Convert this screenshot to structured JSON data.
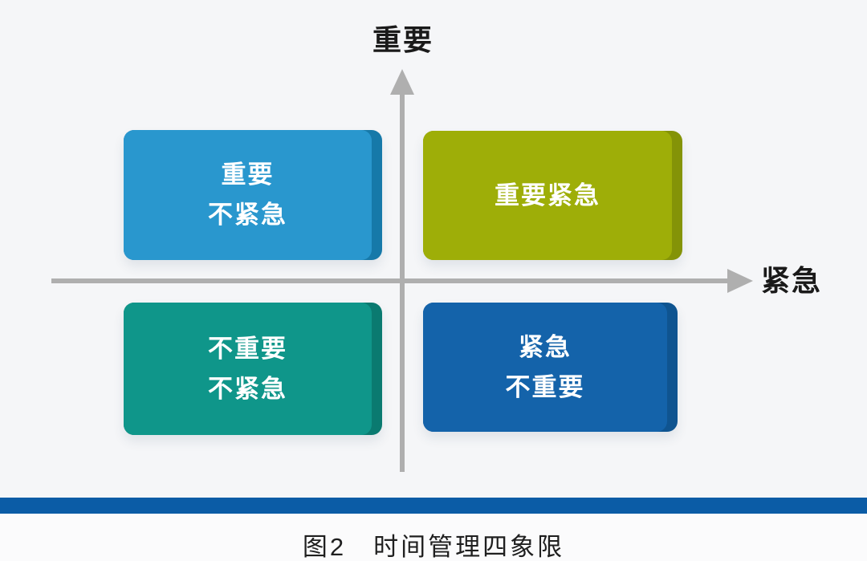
{
  "axes": {
    "y_axis_label": "重要",
    "x_axis_label": "紧急",
    "line_color": "#afafaf"
  },
  "quadrants": {
    "top_left": {
      "line1": "重要",
      "line2": "不紧急",
      "face_color": "#2997ce",
      "side_color": "#1679a9"
    },
    "top_right": {
      "line1": "重要紧急",
      "face_color": "#9eae08",
      "side_color": "#849307"
    },
    "bottom_left": {
      "line1": "不重要",
      "line2": "不紧急",
      "face_color": "#0f968a",
      "side_color": "#0a7a70"
    },
    "bottom_right": {
      "line1": "紧急",
      "line2": "不重要",
      "face_color": "#1463aa",
      "side_color": "#0f5490"
    }
  },
  "footer": {
    "divider_color": "#0b5ca6",
    "caption": "图2　时间管理四象限"
  }
}
